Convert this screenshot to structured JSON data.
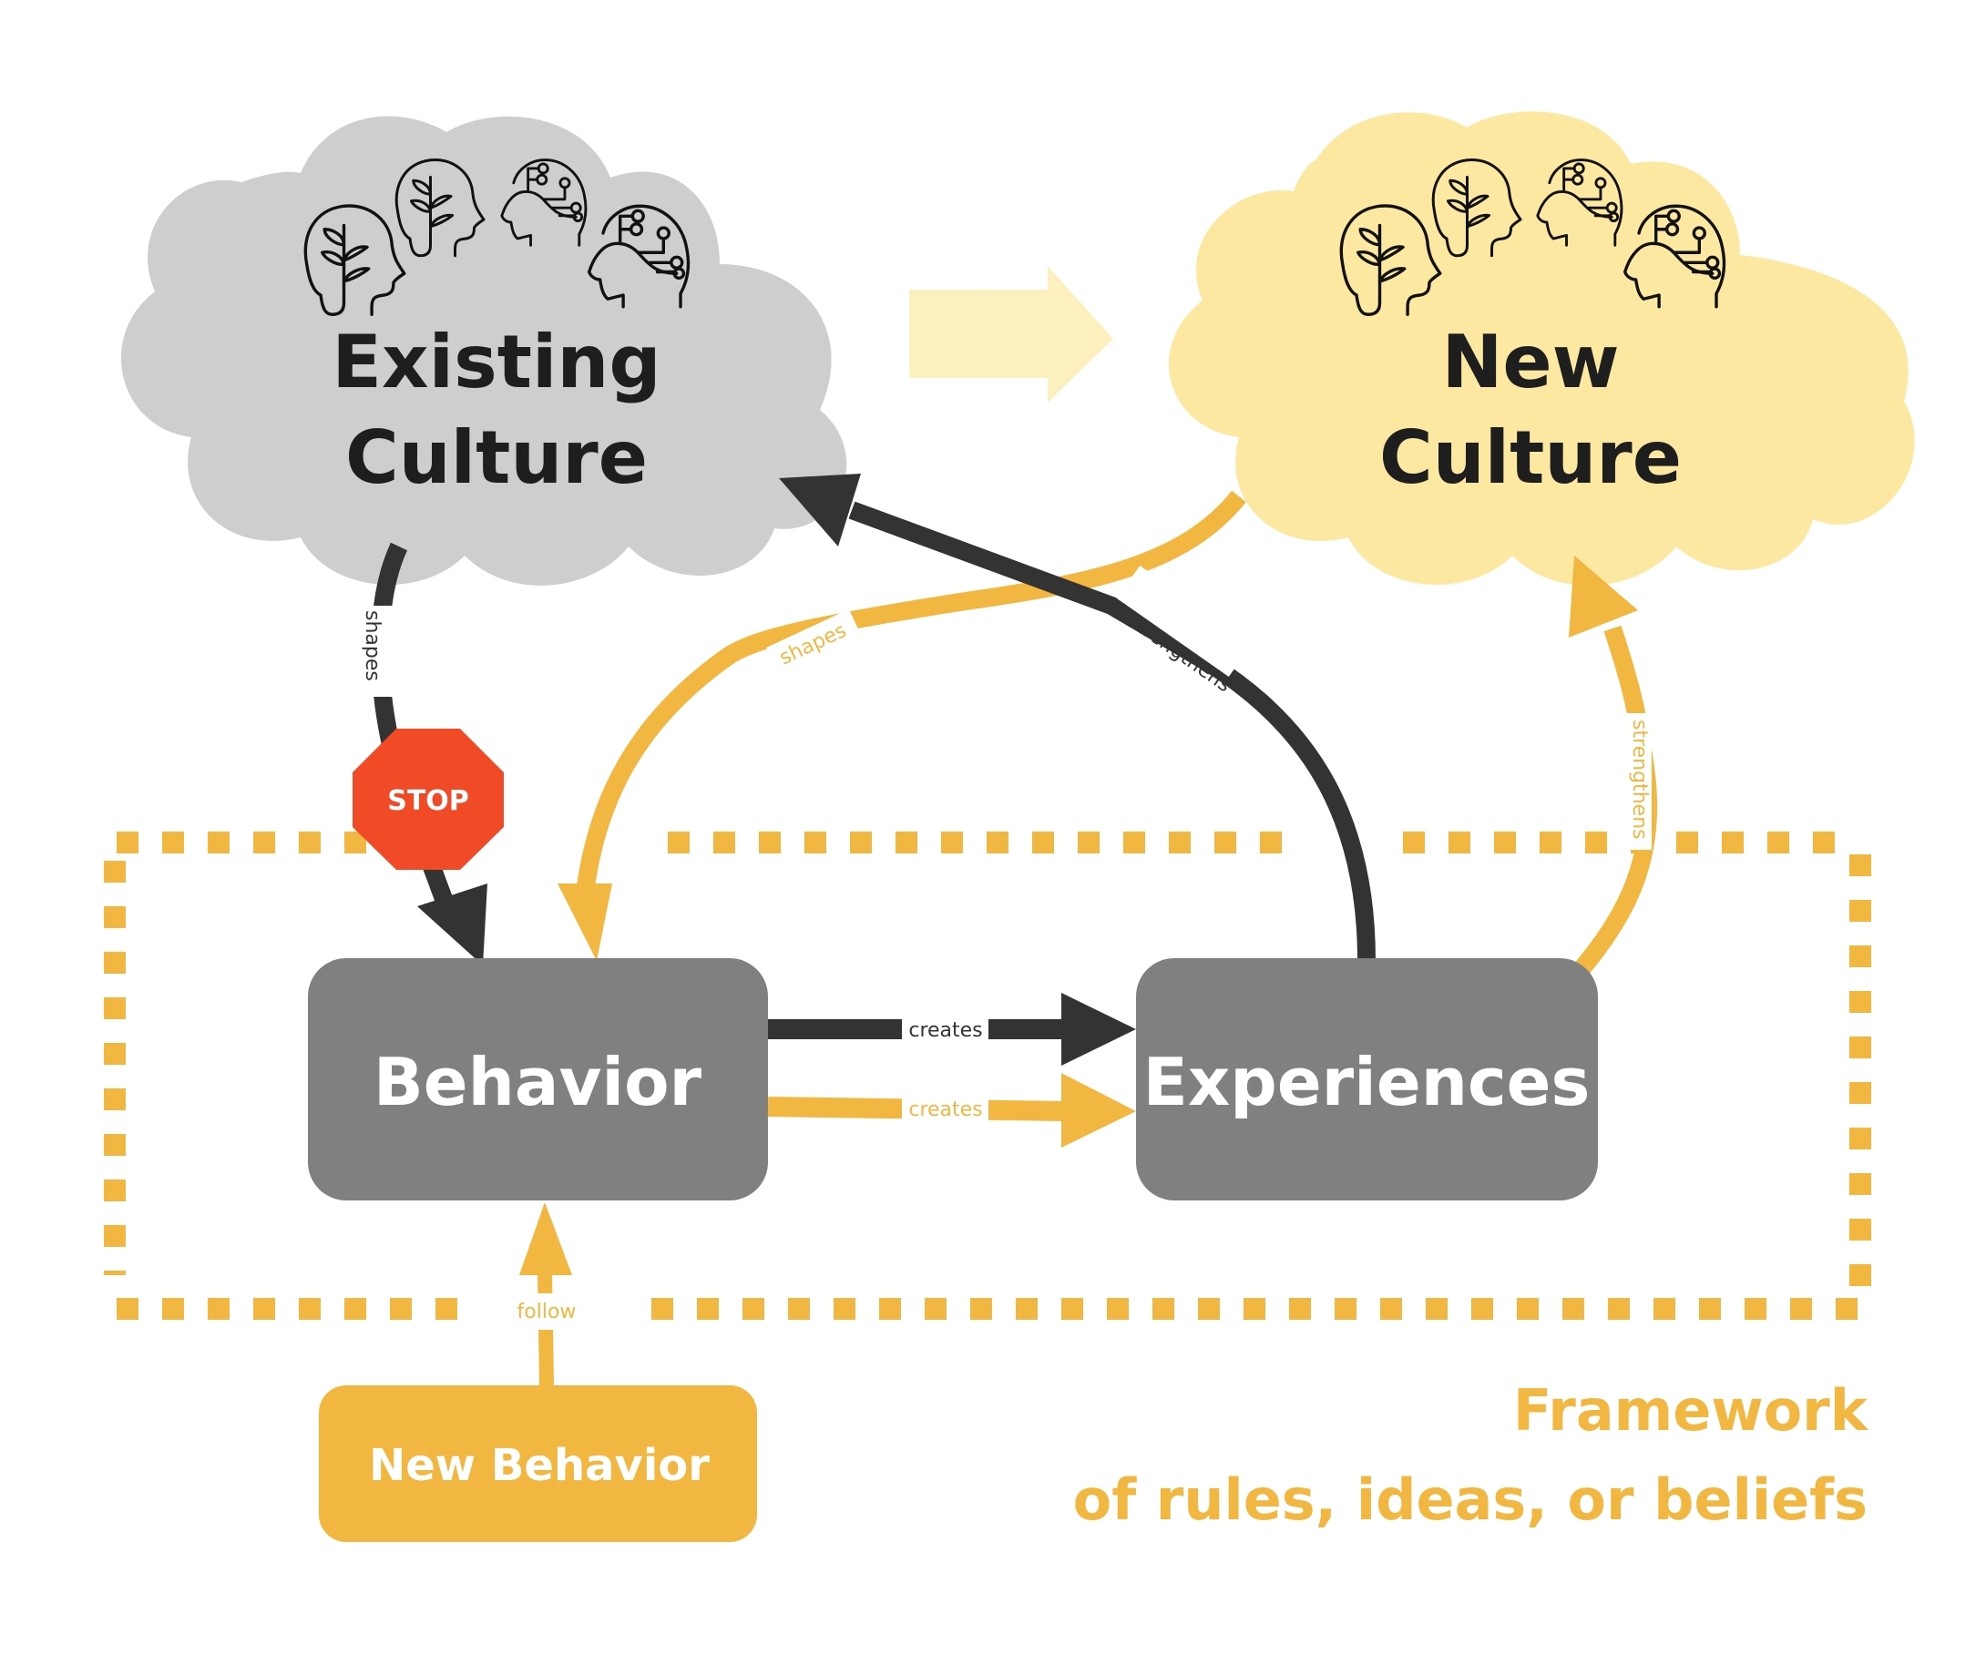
{
  "colors": {
    "existing_cloud": "#cecece",
    "new_cloud": "#fce8a0",
    "accent_yellow": "#f2b740",
    "dark_arrow": "#333333",
    "box_gray": "#808080",
    "stop_red": "#f04a27",
    "transition_arrow": "#fdf0bf"
  },
  "clouds": {
    "existing": {
      "line1": "Existing",
      "line2": "Culture",
      "icon": "people-minds-icon"
    },
    "new": {
      "line1": "New",
      "line2": "Culture",
      "icon": "people-minds-icon"
    }
  },
  "boxes": {
    "behavior": "Behavior",
    "experiences": "Experiences",
    "new_behavior": "New Behavior"
  },
  "stop_sign": {
    "label": "STOP"
  },
  "edges": {
    "existing_shapes_behavior": "shapes",
    "new_shapes_behavior": "shapes",
    "experiences_strengthens_existing": "strengthens",
    "experiences_strengthens_new": "strengthens",
    "behavior_creates_experiences_dark": "creates",
    "behavior_creates_experiences_yellow": "creates",
    "new_behavior_follow": "follow"
  },
  "framework": {
    "line1": "Framework",
    "line2": "of rules, ideas, or beliefs"
  }
}
